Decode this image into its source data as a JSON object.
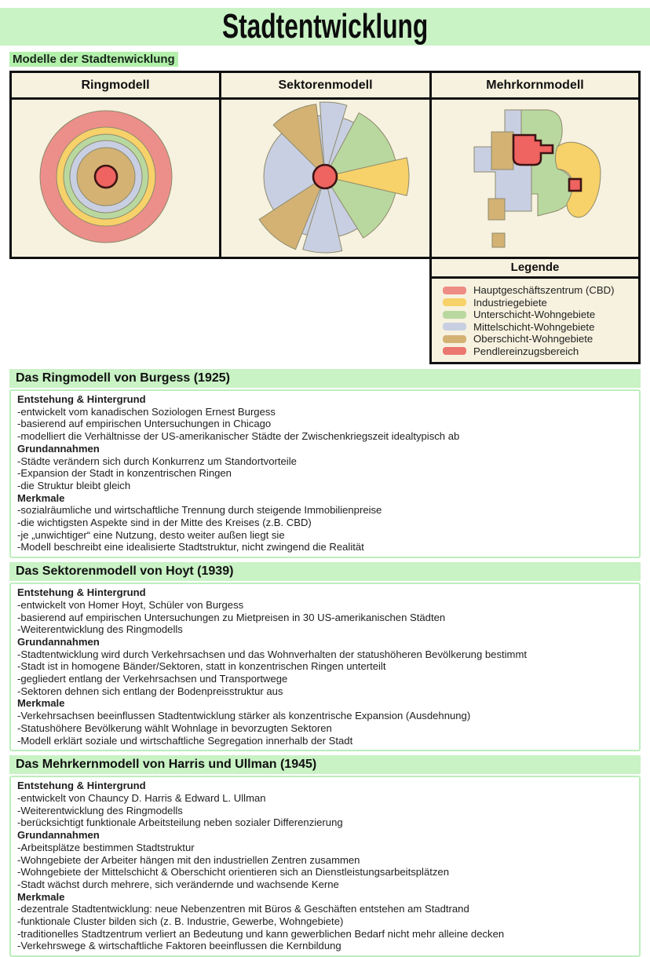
{
  "page": {
    "title": "Stadtentwicklung",
    "subtitle": "Modelle der Stadtenwicklung"
  },
  "colors": {
    "band_green": "#c9f2c5",
    "highlight_green": "#b2f0ab",
    "body_border_green": "#bdeebd",
    "cream": "#f7f2df",
    "cbd_red": "#ef6360",
    "industry_yellow": "#f7d169",
    "lower_green": "#b9d89f",
    "middle_lavender": "#c9cfe2",
    "upper_tan": "#d3b274",
    "pendler_red": "#ec8f8a"
  },
  "models_table": {
    "columns": [
      {
        "label": "Ringmodell"
      },
      {
        "label": "Sektorenmodell"
      },
      {
        "label": "Mehrkornmodell"
      }
    ],
    "legend": {
      "title": "Legende",
      "items": [
        {
          "label": "Hauptgeschäftszentrum (CBD)",
          "color": "#ee8c86"
        },
        {
          "label": "Industriegebiete",
          "color": "#f7d169"
        },
        {
          "label": "Unterschicht-Wohngebiete",
          "color": "#b9d89f"
        },
        {
          "label": "Mittelschicht-Wohngebiete",
          "color": "#c9cfe2"
        },
        {
          "label": "Oberschicht-Wohngebiete",
          "color": "#d3b274"
        },
        {
          "label": "Pendlereinzugsbereich",
          "color": "#ec7670"
        }
      ]
    }
  },
  "sections": [
    {
      "title": "Das Ringmodell von Burgess (1925)",
      "blocks": [
        {
          "heading": "Entstehung & Hintergrund",
          "items": [
            "-entwickelt vom kanadischen Soziologen Ernest Burgess",
            "-basierend auf empirischen Untersuchungen in Chicago",
            "-modelliert die Verhältnisse der US-amerikanischer Städte der Zwischenkriegszeit idealtypisch ab"
          ]
        },
        {
          "heading": "Grundannahmen",
          "items": [
            "-Städte verändern sich durch Konkurrenz um Standortvorteile",
            "-Expansion der Stadt in konzentrischen Ringen",
            "-die Struktur bleibt gleich"
          ]
        },
        {
          "heading": "Merkmale",
          "items": [
            "-sozialräumliche und wirtschaftliche Trennung durch steigende Immobilienpreise",
            "-die wichtigsten Aspekte sind in der Mitte des Kreises (z.B. CBD)",
            "-je „unwichtiger“ eine Nutzung, desto weiter außen liegt sie",
            "-Modell beschreibt eine idealisierte Stadtstruktur, nicht zwingend die Realität"
          ]
        }
      ]
    },
    {
      "title": "Das Sektorenmodell von Hoyt (1939)",
      "blocks": [
        {
          "heading": "Entstehung & Hintergrund",
          "items": [
            "-entwickelt von Homer Hoyt, Schüler von Burgess",
            "-basierend auf empirischen Untersuchungen zu Mietpreisen in 30 US-amerikanischen Städten",
            "-Weiterentwicklung des Ringmodells"
          ]
        },
        {
          "heading": "Grundannahmen",
          "items": [
            "-Stadtentwicklung wird durch Verkehrsachsen und das Wohnverhalten der statushöheren Bevölkerung bestimmt",
            "-Stadt ist in homogene Bänder/Sektoren, statt in konzentrischen Ringen unterteilt",
            "-gegliedert entlang der Verkehrsachsen und Transportwege",
            "-Sektoren dehnen sich entlang der Bodenpreisstruktur aus"
          ]
        },
        {
          "heading": "Merkmale",
          "items": [
            "-Verkehrsachsen beeinflussen Stadtentwicklung stärker als konzentrische Expansion (Ausdehnung)",
            "-Statushöhere Bevölkerung wählt Wohnlage in bevorzugten Sektoren",
            "-Modell erklärt soziale und wirtschaftliche Segregation innerhalb der Stadt"
          ]
        }
      ]
    },
    {
      "title": "Das Mehrkernmodell von Harris und Ullman (1945)",
      "blocks": [
        {
          "heading": "Entstehung & Hintergrund",
          "items": [
            "-entwickelt von Chauncy D. Harris & Edward L. Ullman",
            "-Weiterentwicklung des Ringmodells",
            "-berücksichtigt funktionale Arbeitsteilung neben sozialer Differenzierung"
          ]
        },
        {
          "heading": "Grundannahmen",
          "items": [
            "-Arbeitsplätze bestimmen Stadtstruktur",
            "-Wohngebiete der Arbeiter hängen mit den industriellen Zentren zusammen",
            "-Wohngebiete der Mittelschicht & Oberschicht orientieren sich an Dienstleistungsarbeitsplätzen",
            "-Stadt wächst durch mehrere, sich verändernde und wachsende Kerne"
          ]
        },
        {
          "heading": "Merkmale",
          "items": [
            "-dezentrale Stadtentwicklung: neue Nebenzentren mit Büros & Geschäften entstehen am Stadtrand",
            "-funktionale Cluster bilden sich (z. B. Industrie, Gewerbe, Wohngebiete)",
            "-traditionelles Stadtzentrum verliert an Bedeutung und kann gewerblichen Bedarf nicht mehr alleine decken",
            "-Verkehrswege & wirtschaftliche Faktoren beeinflussen die Kernbildung"
          ]
        }
      ]
    }
  ]
}
